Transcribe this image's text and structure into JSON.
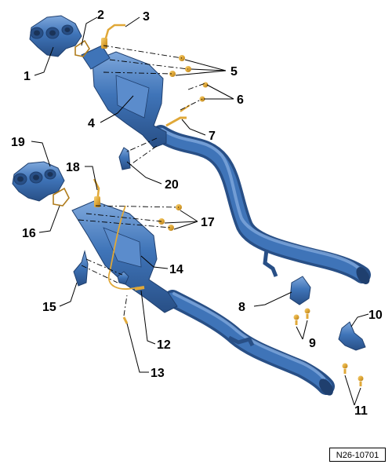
{
  "callouts": [
    {
      "id": "1",
      "label": "1"
    },
    {
      "id": "2",
      "label": "2"
    },
    {
      "id": "3",
      "label": "3"
    },
    {
      "id": "4",
      "label": "4"
    },
    {
      "id": "5",
      "label": "5"
    },
    {
      "id": "6",
      "label": "6"
    },
    {
      "id": "7",
      "label": "7"
    },
    {
      "id": "8",
      "label": "8"
    },
    {
      "id": "9",
      "label": "9"
    },
    {
      "id": "10",
      "label": "10"
    },
    {
      "id": "11",
      "label": "11"
    },
    {
      "id": "12",
      "label": "12"
    },
    {
      "id": "13",
      "label": "13"
    },
    {
      "id": "14",
      "label": "14"
    },
    {
      "id": "15",
      "label": "15"
    },
    {
      "id": "16",
      "label": "16"
    },
    {
      "id": "17",
      "label": "17"
    },
    {
      "id": "18",
      "label": "18"
    },
    {
      "id": "19",
      "label": "19"
    },
    {
      "id": "20",
      "label": "20"
    }
  ],
  "figure_id": "N26-10701",
  "colors": {
    "part_fill": "#3f74b8",
    "part_dark": "#284f86",
    "part_light": "#7fa8dc",
    "hardware_fill": "#e0a838",
    "hardware_dark": "#b07c1c"
  }
}
